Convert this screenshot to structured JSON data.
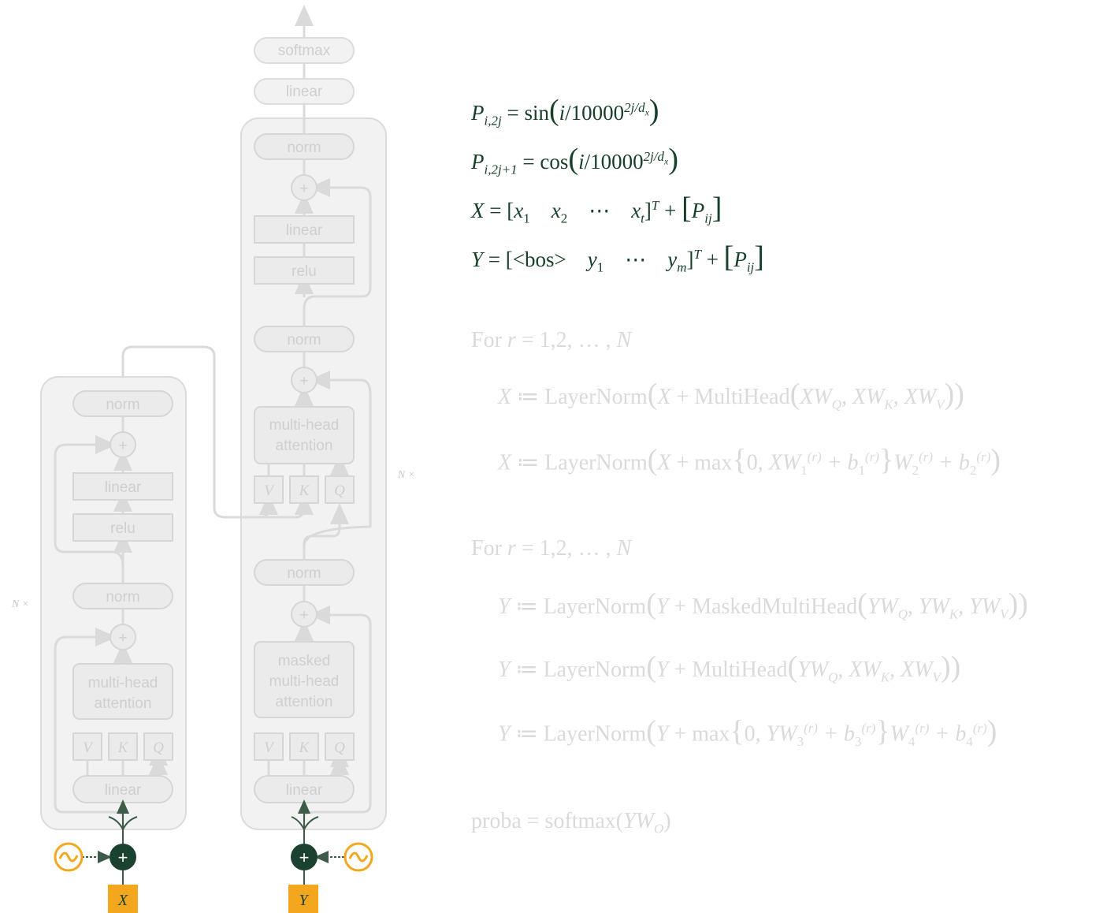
{
  "diagram": {
    "top_labels": {
      "softmax": "softmax",
      "linear": "linear"
    },
    "decoder": {
      "norm_top": "norm",
      "linear": "linear",
      "relu": "relu",
      "norm_mid": "norm",
      "cross_attention": [
        "multi-head",
        "attention"
      ],
      "cross_qkv": [
        "V",
        "K",
        "Q"
      ],
      "norm_low": "norm",
      "masked_attention": [
        "masked",
        "multi-head",
        "attention"
      ],
      "self_qkv": [
        "V",
        "K",
        "Q"
      ],
      "linear_bottom": "linear",
      "repeat_label": "N ×",
      "input": "Y"
    },
    "encoder": {
      "norm_top": "norm",
      "linear": "linear",
      "relu": "relu",
      "norm_mid": "norm",
      "attention": [
        "multi-head",
        "attention"
      ],
      "qkv": [
        "V",
        "K",
        "Q"
      ],
      "linear_bottom": "linear",
      "repeat_label": "N ×",
      "input": "X"
    },
    "plus_symbol": "+",
    "colors": {
      "dark_node": "#1b4230",
      "input_box": "#f2a71e",
      "positional": "#f2a71e",
      "faded": "#dadada",
      "box_fill": "#f2f2f2"
    }
  },
  "equations": {
    "eq1": {
      "lhs_sym": "P",
      "lhs_sub": "i,2j",
      "fn": "sin",
      "arg_sym": "i",
      "base": "/10000",
      "exp": "2j/d",
      "exp_sub": "x"
    },
    "eq2": {
      "lhs_sym": "P",
      "lhs_sub": "i,2j+1",
      "fn": "cos",
      "arg_sym": "i",
      "base": "/10000",
      "exp": "2j/d",
      "exp_sub": "x"
    },
    "eq3": {
      "lhs": "X",
      "x1": "x",
      "x1_sub": "1",
      "x2": "x",
      "x2_sub": "2",
      "dots": "⋯",
      "xt": "x",
      "xt_sub": "t",
      "T": "T",
      "P": "P",
      "P_sub": "ij"
    },
    "eq4": {
      "lhs": "Y",
      "bos": "<bos>",
      "y1": "y",
      "y1_sub": "1",
      "dots": "⋯",
      "ym": "y",
      "ym_sub": "m",
      "T": "T",
      "P": "P",
      "P_sub": "ij"
    }
  },
  "algorithm": {
    "for1": {
      "prefix": "For ",
      "var": "r",
      "range": " = 1,2, … , ",
      "N": "N"
    },
    "enc_attn": {
      "lhs": "X",
      "assign": " ≔ LayerNorm",
      "body_pre": "X",
      "plus": " + MultiHead",
      "a1": "XW",
      "a1s": "Q",
      "a2": ", XW",
      "a2s": "K",
      "a3": ", XW",
      "a3s": "V"
    },
    "enc_ffn": {
      "lhs": "X",
      "assign": " ≔ LayerNorm",
      "body_pre": "X",
      "plus": " + max",
      "zero": "0, ",
      "t1": "XW",
      "t1s": "1",
      "t1p": "(r)",
      "b1": " + b",
      "b1s": "1",
      "b1p": "(r)",
      "w2": "W",
      "w2s": "2",
      "w2p": "(r)",
      "b2": " + b",
      "b2s": "2",
      "b2p": "(r)"
    },
    "for2": {
      "prefix": "For ",
      "var": "r",
      "range": " = 1,2, … , ",
      "N": "N"
    },
    "dec_masked": {
      "lhs": "Y",
      "assign": " ≔ LayerNorm",
      "body_pre": "Y",
      "plus": " + MaskedMultiHead",
      "a1": "YW",
      "a1s": "Q",
      "a2": ", YW",
      "a2s": "K",
      "a3": ", YW",
      "a3s": "V"
    },
    "dec_cross": {
      "lhs": "Y",
      "assign": " ≔ LayerNorm",
      "body_pre": "Y",
      "plus": " + MultiHead",
      "a1": "YW",
      "a1s": "Q",
      "a2": ", XW",
      "a2s": "K",
      "a3": ", XW",
      "a3s": "V"
    },
    "dec_ffn": {
      "lhs": "Y",
      "assign": " ≔ LayerNorm",
      "body_pre": "Y",
      "plus": " + max",
      "zero": "0, ",
      "t1": "YW",
      "t1s": "3",
      "t1p": "(r)",
      "b1": " + b",
      "b1s": "3",
      "b1p": "(r)",
      "w2": "W",
      "w2s": "4",
      "w2p": "(r)",
      "b2": " + b",
      "b2s": "4",
      "b2p": "(r)"
    },
    "proba": {
      "lhs": "proba = softmax",
      "arg": "YW",
      "arg_sub": "O"
    }
  }
}
